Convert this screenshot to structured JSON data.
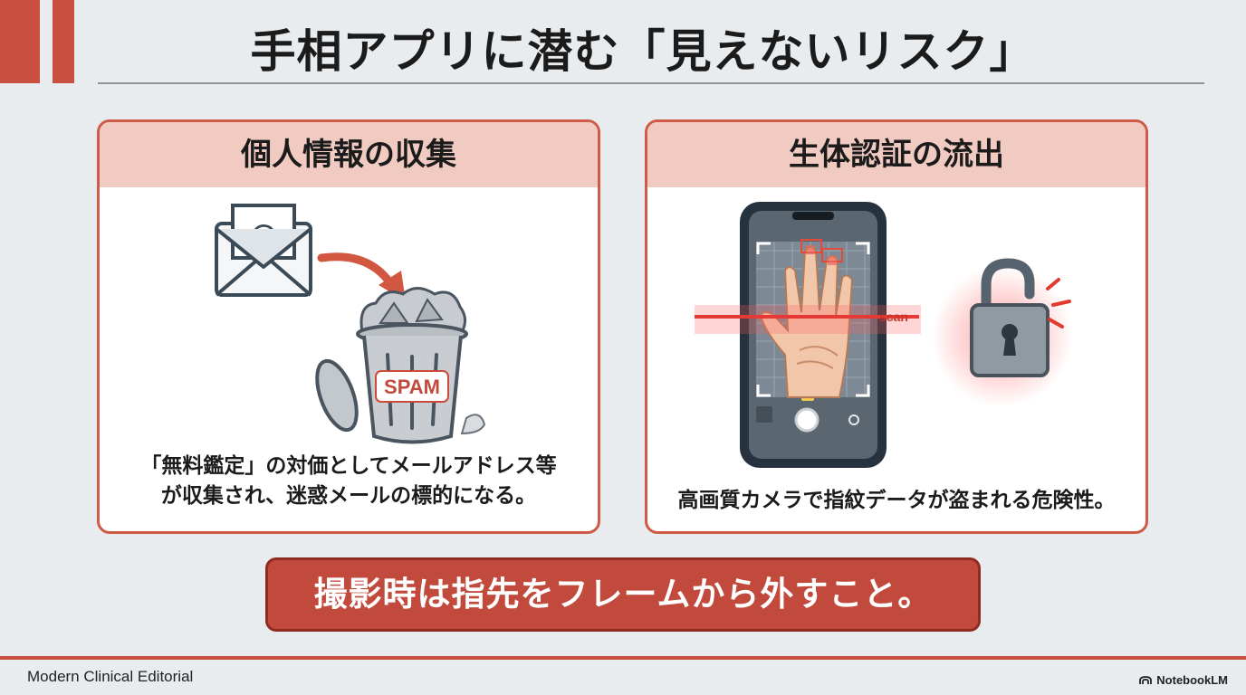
{
  "slide": {
    "title": "手相アプリに潜む「見えないリスク」"
  },
  "cards": [
    {
      "heading": "個人情報の収集",
      "caption_lines": [
        "「無料鑑定」の対価としてメールアドレス等",
        "が収集され、迷惑メールの標的になる。"
      ],
      "badge": "SPAM",
      "icons": [
        "email-icon",
        "arrow-icon",
        "trash-can-icon"
      ]
    },
    {
      "heading": "生体認証の流出",
      "caption_lines": [
        "高画質カメラで指紋データが盗まれる危険性。"
      ],
      "scan_label": "scan",
      "icons": [
        "smartphone-icon",
        "hand-icon",
        "unlocked-padlock-icon"
      ]
    }
  ],
  "callout": {
    "text": "撮影時は指先をフレームから外すこと。"
  },
  "footer": {
    "left": "Modern Clinical Editorial",
    "right": "NotebookLM"
  },
  "colors": {
    "accent": "#c9503f",
    "card_border": "#cf5a47",
    "card_header": "#f1cbc1",
    "callout_bg": "#c24a3d",
    "background": "#e9ecef"
  }
}
